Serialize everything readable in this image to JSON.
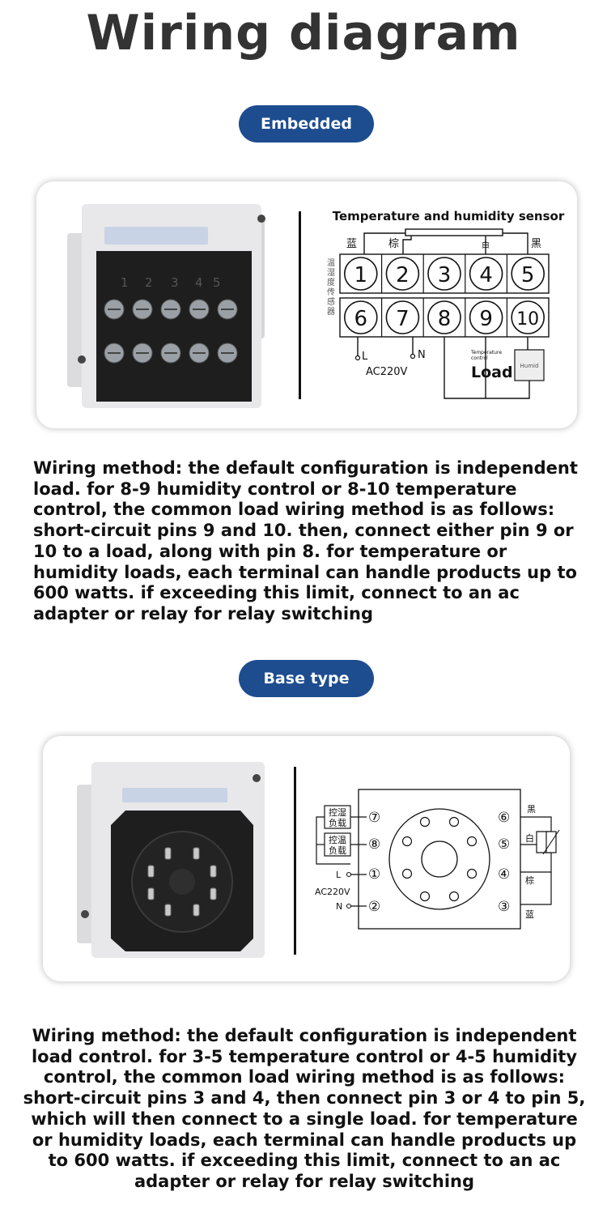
{
  "title": "Wiring diagram",
  "section1": {
    "badge": "Embedded",
    "photo_panel_numbers": [
      "1",
      "2",
      "3",
      "4",
      "5"
    ],
    "diagram": {
      "sensor_label": "Temperature and humidity sensor",
      "wire_colors": [
        "蓝",
        "棕",
        "白",
        "黑"
      ],
      "side_label": [
        "温",
        "湿",
        "度",
        "传",
        "感",
        "器"
      ],
      "top_pins": [
        "1",
        "2",
        "3",
        "4",
        "5"
      ],
      "bottom_pins": [
        "6",
        "7",
        "8",
        "9",
        "10"
      ],
      "l_label": "L",
      "n_label": "N",
      "voltage": "AC220V",
      "load_small_label": [
        "Temperature",
        "control"
      ],
      "load_label": "Load",
      "icon_text": "Humid"
    },
    "description": "Wiring method: the default configuration is independent load. for 8-9 humidity control or 8-10 temperature control, the common load wiring method is as follows: short-circuit pins 9 and 10. then, connect either pin 9 or 10 to a load, along with pin 8. for temperature or humidity loads, each terminal can handle products up to 600 watts. if exceeding this limit, connect to an ac adapter or relay for relay switching"
  },
  "section2": {
    "badge": "Base type",
    "diagram": {
      "left_labels": [
        "控湿",
        "负载",
        "控温",
        "负载"
      ],
      "left_pins": [
        "⑦",
        "⑧",
        "①",
        "②"
      ],
      "right_pins": [
        "⑥",
        "⑤",
        "④",
        "③"
      ],
      "right_labels": [
        "黑",
        "白",
        "棕",
        "蓝"
      ],
      "l_label": "L",
      "n_label": "N",
      "voltage": "AC220V"
    },
    "description": "Wiring method: the default configuration is independent load control. for 3-5 temperature control or 4-5 humidity control, the common load wiring method is as follows: short-circuit pins 3 and 4, then connect pin 3 or 4 to pin 5, which will then connect to a single load. for temperature or humidity loads, each terminal can handle products up to 600 watts. if exceeding this limit, connect to an ac adapter or relay for relay switching"
  },
  "colors": {
    "badge": "#1d4d8f",
    "title": "#333333",
    "device_body": "#e8e8ea",
    "terminal_block": "#1e1e1e"
  }
}
